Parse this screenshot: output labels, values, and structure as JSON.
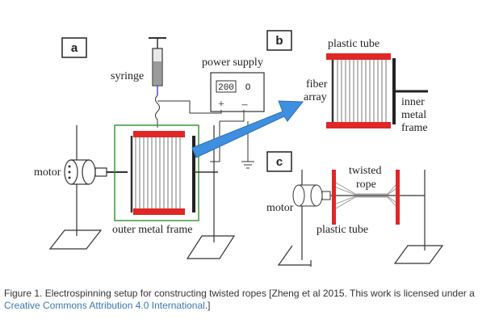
{
  "panels": {
    "a": "a",
    "b": "b",
    "c": "c"
  },
  "labels": {
    "syringe": "syringe",
    "power_supply": "power supply",
    "power_display": "200",
    "power_knob": "O",
    "plus": "+",
    "minus": "–",
    "motor_a": "motor",
    "outer_frame": "outer metal frame",
    "plastic_tube_b": "plastic tube",
    "fiber_line1": "fiber",
    "fiber_line2": "array",
    "inner_line1": "inner",
    "inner_line2": "metal",
    "inner_line3": "frame",
    "twisted_line1": "twisted",
    "twisted_line2": "rope",
    "motor_c": "motor",
    "plastic_tube_c": "plastic tube"
  },
  "caption": {
    "text": "Figure 1. Electrospinning setup for constructing twisted ropes [Zheng et al 2015. This work is licensed under a ",
    "link": "Creative Commons Attribution 4.0 International",
    "end": ".]"
  },
  "colors": {
    "tube_red": "#e02626",
    "arrow_blue": "#3f8fe0",
    "collector_green": "#3a9a3a",
    "link_blue": "#3a78b5"
  }
}
